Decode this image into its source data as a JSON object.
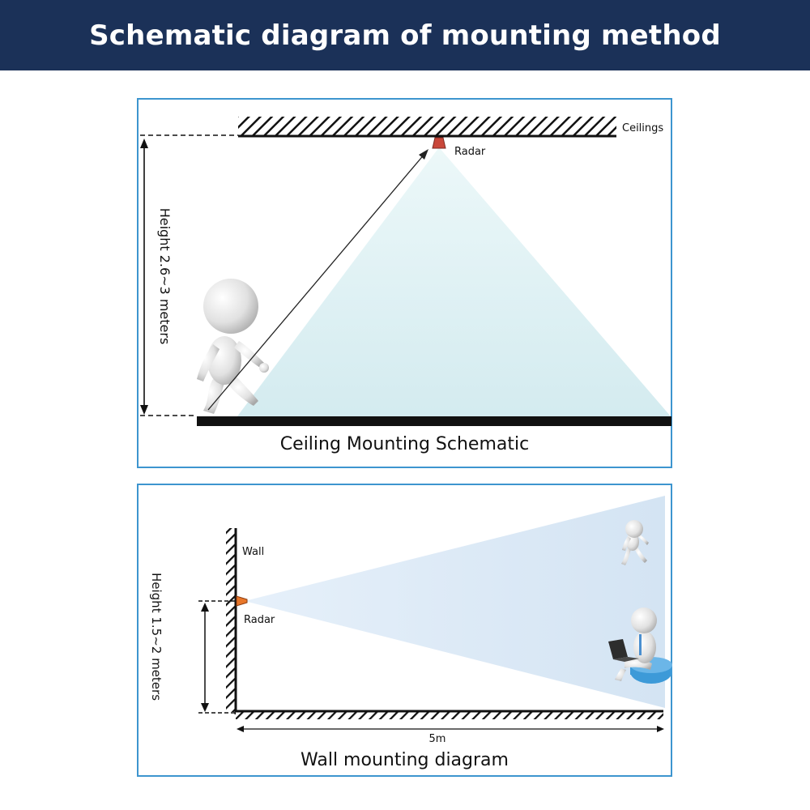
{
  "header": {
    "title": "Schematic diagram of mounting method"
  },
  "ceiling": {
    "ceiling_label": "Ceilings",
    "radar_label": "Radar",
    "height_label": "Height 2.6~3 meters",
    "caption": "Ceiling Mounting Schematic"
  },
  "wall": {
    "wall_label": "Wall",
    "radar_label": "Radar",
    "height_label": "Height 1.5~2 meters",
    "distance_label": "5m",
    "caption": "Wall mounting diagram"
  },
  "colors": {
    "header_bg": "#1b3158",
    "panel_border": "#3d95cf",
    "beam_fill": "#d8eef2",
    "radar_ceiling": "#c9473a",
    "radar_wall": "#e8772a"
  }
}
